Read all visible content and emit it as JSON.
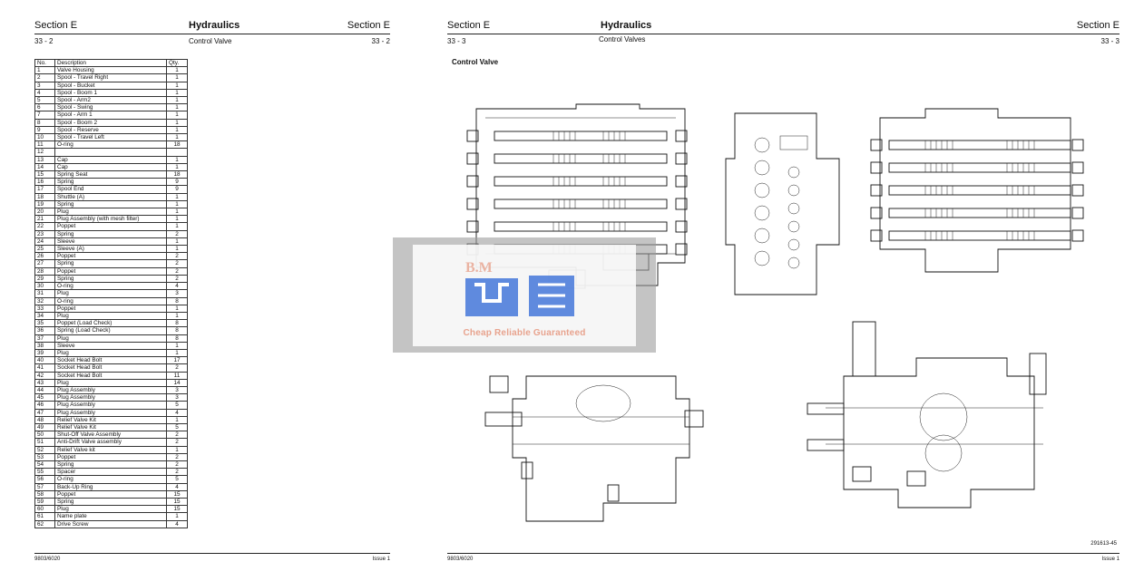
{
  "left_page": {
    "header_left": "Section E",
    "header_center": "Hydraulics",
    "header_right": "Section E",
    "sub_left": "33 - 2",
    "sub_center": "Control Valve",
    "sub_right": "33 - 2",
    "table_headers": [
      "No.",
      "Description",
      "Qty."
    ],
    "parts": [
      [
        "1",
        "Valve Housing",
        "1"
      ],
      [
        "2",
        "Spool - Travel Right",
        "1"
      ],
      [
        "3",
        "Spool - Bucket",
        "1"
      ],
      [
        "4",
        "Spool - Boom 1",
        "1"
      ],
      [
        "5",
        "Spool - Arm2",
        "1"
      ],
      [
        "6",
        "Spool - Swing",
        "1"
      ],
      [
        "7",
        "Spool - Arm 1",
        "1"
      ],
      [
        "8",
        "Spool - Boom 2",
        "1"
      ],
      [
        "9",
        "Spool - Reserve",
        "1"
      ],
      [
        "10",
        "Spool - Travel Left",
        "1"
      ],
      [
        "11",
        "O-ring",
        "18"
      ],
      [
        "12",
        "",
        ""
      ],
      [
        "13",
        "Cap",
        "1"
      ],
      [
        "14",
        "Cap",
        "1"
      ],
      [
        "15",
        "Spring Seat",
        "18"
      ],
      [
        "16",
        "Spring",
        "9"
      ],
      [
        "17",
        "Spool End",
        "9"
      ],
      [
        "18",
        "Shuttle (A)",
        "1"
      ],
      [
        "19",
        "Spring",
        "1"
      ],
      [
        "20",
        "Plug",
        "1"
      ],
      [
        "21",
        "Plug Assembly  (with mesh filter)",
        "1"
      ],
      [
        "22",
        "Poppet",
        "1"
      ],
      [
        "23",
        "Spring",
        "2"
      ],
      [
        "24",
        "Sleeve",
        "1"
      ],
      [
        "25",
        "Sleeve (A)",
        "1"
      ],
      [
        "26",
        "Poppet",
        "2"
      ],
      [
        "27",
        "Spring",
        "2"
      ],
      [
        "28",
        "Poppet",
        "2"
      ],
      [
        "29",
        "Spring",
        "2"
      ],
      [
        "30",
        "O-ring",
        "4"
      ],
      [
        "31",
        "Plug",
        "3"
      ],
      [
        "32",
        "O-ring",
        "8"
      ],
      [
        "33",
        "Poppet",
        "1"
      ],
      [
        "34",
        "Plug",
        "1"
      ],
      [
        "35",
        "Poppet (Load Check)",
        "8"
      ],
      [
        "36",
        "Spring (Load Check)",
        "8"
      ],
      [
        "37",
        "Plug",
        "8"
      ],
      [
        "38",
        "Sleeve",
        "1"
      ],
      [
        "39",
        "Plug",
        "1"
      ],
      [
        "40",
        "Socket Head Bolt",
        "17"
      ],
      [
        "41",
        "Socket Head Bolt",
        "2"
      ],
      [
        "42",
        "Socket Head Bolt",
        "11"
      ],
      [
        "43",
        "Plug",
        "14"
      ],
      [
        "44",
        "Plug Assembly",
        "3"
      ],
      [
        "45",
        "Plug Assembly",
        "3"
      ],
      [
        "46",
        "Plug Assembly",
        "5"
      ],
      [
        "47",
        "Plug Assembly",
        "4"
      ],
      [
        "48",
        "Relief Valve Kit",
        "1"
      ],
      [
        "49",
        "Relief Valve Kit",
        "5"
      ],
      [
        "50",
        "Shut-Off Valve Assembly",
        "2"
      ],
      [
        "51",
        "Anti-Drift Valve assembly",
        "2"
      ],
      [
        "52",
        "Relief Valve kit",
        "1"
      ],
      [
        "53",
        "Poppet",
        "2"
      ],
      [
        "54",
        "Spring",
        "2"
      ],
      [
        "55",
        "Spacer",
        "2"
      ],
      [
        "56",
        "O-ring",
        "5"
      ],
      [
        "57",
        "Back-Up Ring",
        "4"
      ],
      [
        "58",
        "Poppet",
        "15"
      ],
      [
        "59",
        "Spring",
        "15"
      ],
      [
        "60",
        "Plug",
        "15"
      ],
      [
        "61",
        "Name plate",
        "1"
      ],
      [
        "62",
        "Drive Screw",
        "4"
      ]
    ],
    "footer_left": "9803/6020",
    "footer_right": "Issue 1"
  },
  "right_page": {
    "header_left": "Section E",
    "header_center": "Hydraulics",
    "header_right": "Section E",
    "sub_left": "33 - 3",
    "sub_center": "Control Valves",
    "sub_right": "33 - 3",
    "title": "Control Valve",
    "figure_ref": "291613-45",
    "footer_left": "9803/6020",
    "footer_right": "Issue 1"
  },
  "watermark": {
    "logo_letters": "B.M",
    "tagline": "Cheap Reliable Guaranteed",
    "colors": {
      "logo_blue": "#3a6fd8",
      "text_pink": "#e8a38e"
    }
  }
}
